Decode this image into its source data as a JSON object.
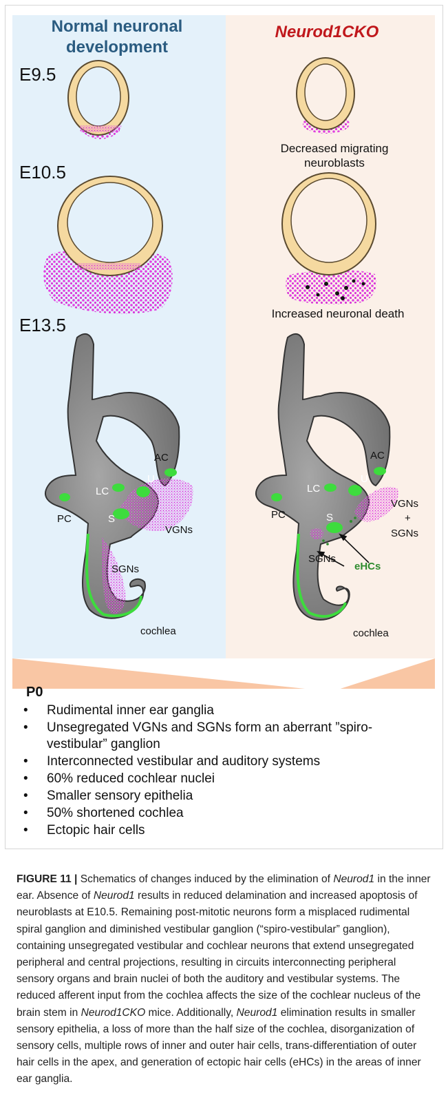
{
  "left_panel": {
    "title_line1": "Normal neuronal",
    "title_line2": "development",
    "stage_e95": "E9.5",
    "stage_e105": "E10.5",
    "stage_e135": "E13.5"
  },
  "right_panel": {
    "title": "Neurod1CKO",
    "note_e95_line1": "Decreased migrating",
    "note_e95_line2": "neuroblasts",
    "note_e105": "Increased neuronal death"
  },
  "ear_labels_left": {
    "ac": "AC",
    "u": "U",
    "lc": "LC",
    "pc": "PC",
    "s": "S",
    "vgns": "VGNs",
    "sgns": "SGNs",
    "cochlea": "cochlea"
  },
  "ear_labels_right": {
    "ac": "AC",
    "u": "U",
    "lc": "LC",
    "pc": "PC",
    "s": "S",
    "vgns": "VGNs",
    "plus": "+",
    "sgns_combined": "SGNs",
    "sgns": "SGNs",
    "ehcs": "eHCs",
    "cochlea": "cochlea"
  },
  "p0": {
    "title": "P0",
    "bullet": "•",
    "items": [
      "Rudimental inner ear ganglia",
      "Unsegregated VGNs and SGNs form an aberrant ”spiro-vestibular” ganglion",
      "Interconnected vestibular and auditory systems",
      "60% reduced cochlear nuclei",
      "Smaller sensory epithelia",
      "50% shortened cochlea",
      "Ectopic hair cells"
    ]
  },
  "caption": {
    "label": "FIGURE 11 |",
    "s1": " Schematics of changes induced by the elimination of ",
    "s1_i": "Neurod1",
    "s2": " in the inner ear. Absence of ",
    "s2_i": "Neurod1",
    "s3": " results in reduced delamination and increased apoptosis of neuroblasts at E10.5. Remaining post-mitotic neurons form a misplaced rudimental spiral ganglion and diminished vestibular ganglion (“spiro-vestibular” ganglion), containing unsegregated vestibular and cochlear neurons that extend unsegregated peripheral and central projections, resulting in circuits interconnecting peripheral sensory organs and brain nuclei of both the auditory and vestibular systems. The reduced afferent input from the cochlea affects the size of the cochlear nucleus of the brain stem in ",
    "s3_i": "Neurod1CKO",
    "s4": " mice. Additionally, ",
    "s4_i": "Neurod1",
    "s5": " elimination results in smaller sensory epithelia, a loss of more than the half size of the cochlea, disorganization of sensory cells, multiple rows of inner and outer hair cells, trans-differentiation of outer hair cells in the apex, and generation of ectopic hair cells (eHCs) in the areas of inner ear ganglia."
  },
  "colors": {
    "left_bg": "#e4f1fa",
    "right_bg": "#fbf0e8",
    "p0_bg": "#f9c6a4",
    "title_blue": "#2a5b80",
    "title_red": "#c0181c",
    "otocyst_fill": "#f5d9a0",
    "otocyst_stroke": "#5a4a30",
    "neuron_magenta": "#e040e0",
    "ear_gray": "#7a7a7a",
    "sensory_green": "#3ddc3d",
    "ehc_green": "#2e8b2e"
  }
}
